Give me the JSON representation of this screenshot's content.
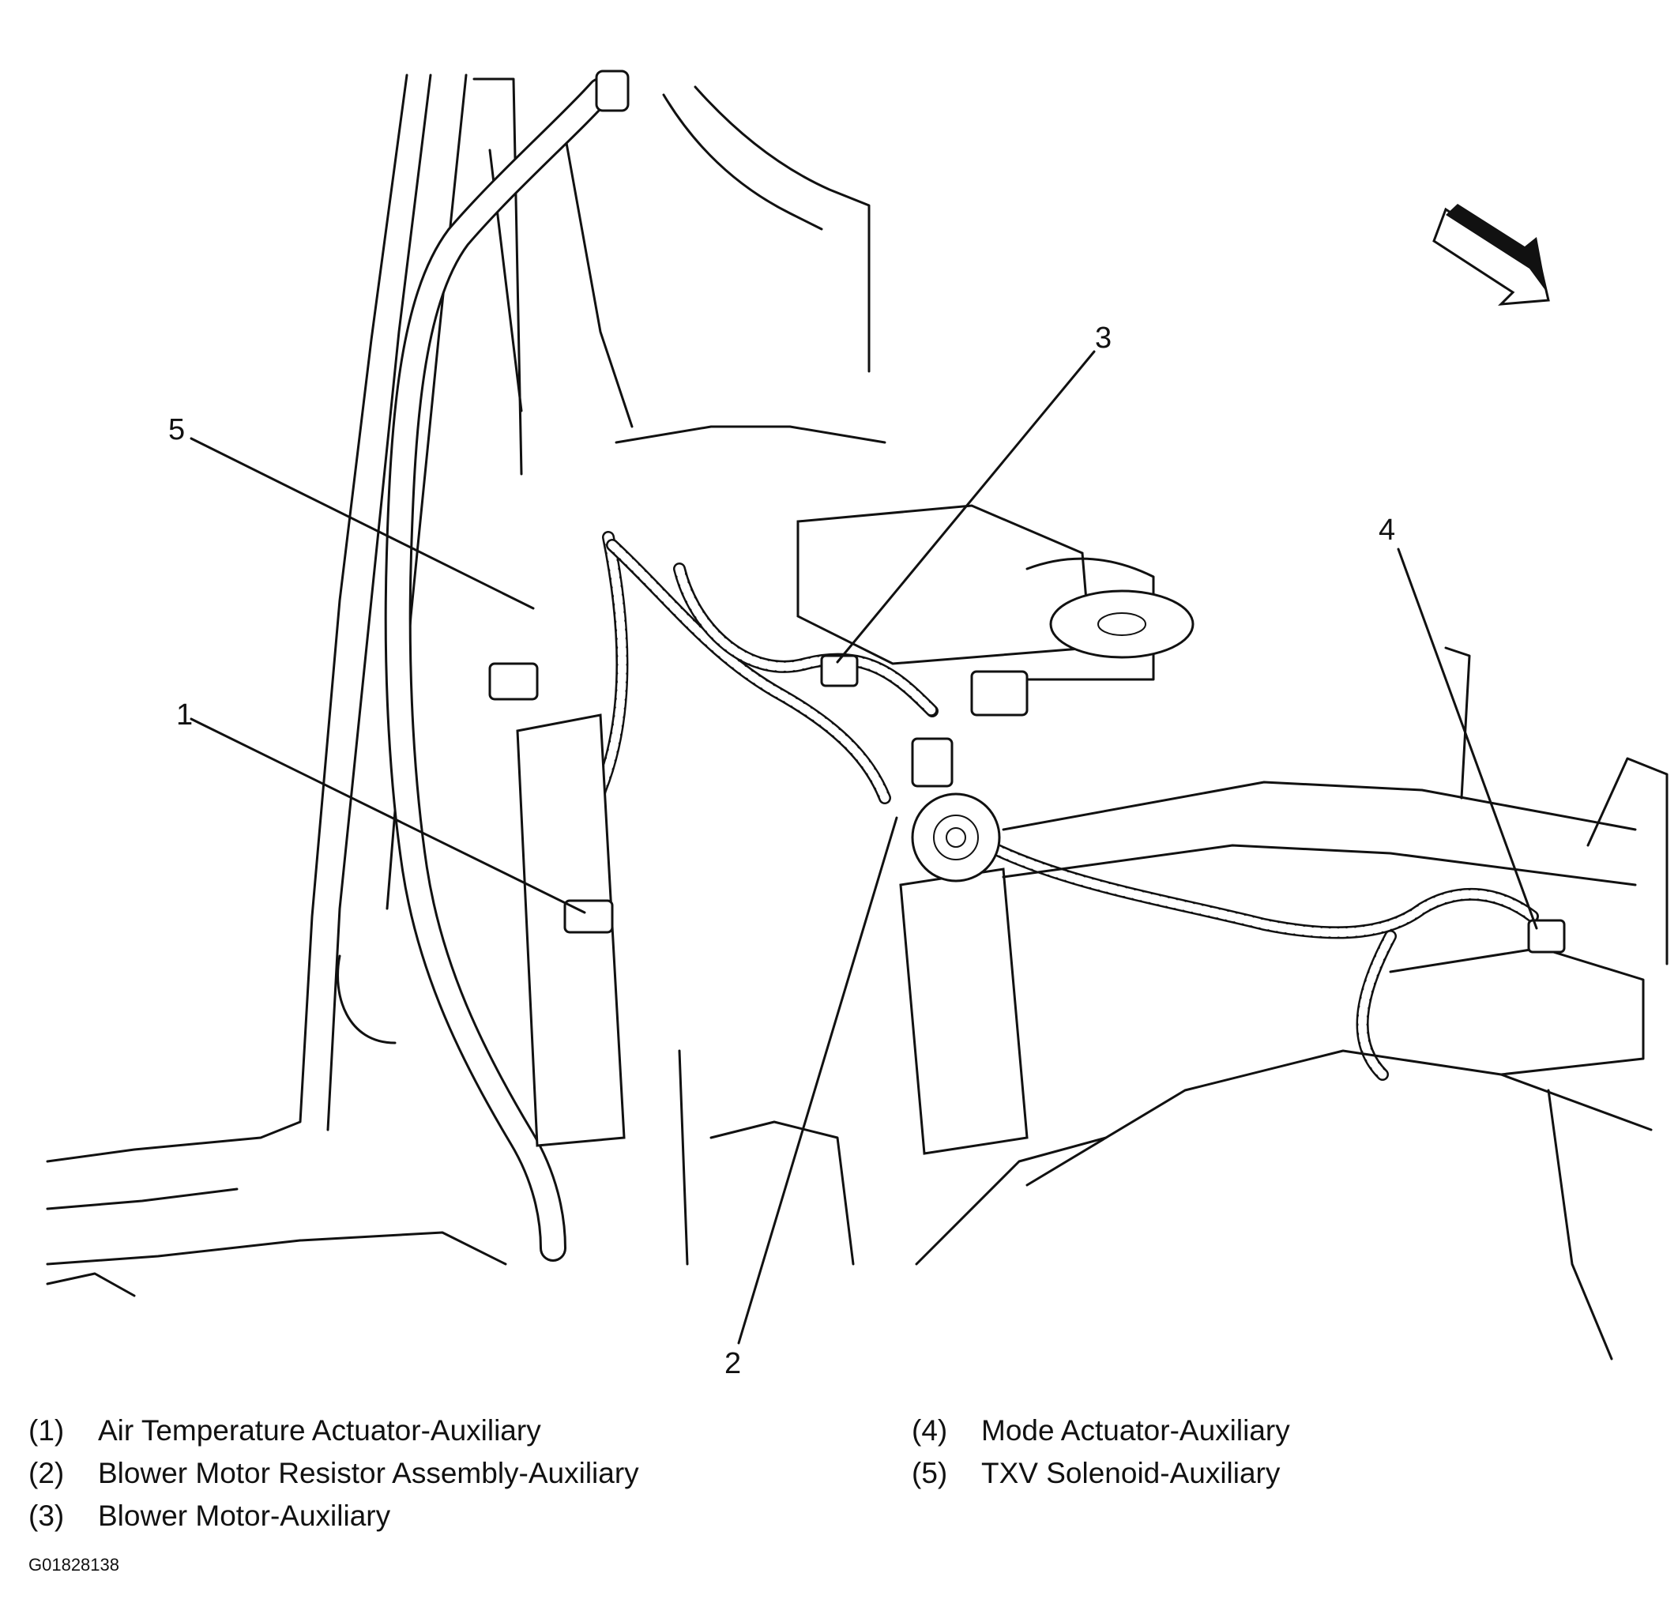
{
  "callouts": [
    "1",
    "2",
    "3",
    "4",
    "5"
  ],
  "legend": [
    {
      "num": "(1)",
      "label": "Air Temperature Actuator-Auxiliary"
    },
    {
      "num": "(2)",
      "label": "Blower Motor Resistor Assembly-Auxiliary"
    },
    {
      "num": "(3)",
      "label": "Blower Motor-Auxiliary"
    },
    {
      "num": "(4)",
      "label": "Mode Actuator-Auxiliary"
    },
    {
      "num": "(5)",
      "label": "TXV Solenoid-Auxiliary"
    }
  ],
  "figure_id": "G01828138",
  "icons": {
    "direction": "forward-arrow-icon"
  }
}
